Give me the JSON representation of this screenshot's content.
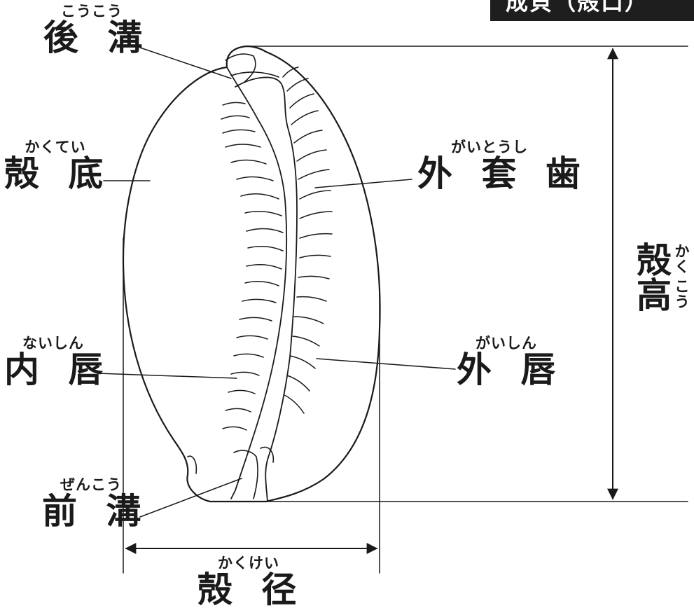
{
  "banner": {
    "text": "成貝（殻口）"
  },
  "labels": {
    "koukou": {
      "ruby": "こうこう",
      "text": "後 溝"
    },
    "kakutei": {
      "ruby": "かくてい",
      "text": "殻 底"
    },
    "gaitoushi": {
      "ruby": "がいとうし",
      "text": "外 套 歯"
    },
    "naishin": {
      "ruby": "ないしん",
      "text": "内 唇"
    },
    "gaishin": {
      "ruby": "がいしん",
      "text": "外 唇"
    },
    "zenkou": {
      "ruby": "ぜんこう",
      "text": "前 溝"
    },
    "kakukei": {
      "ruby": "かくけい",
      "text": "殻 径"
    },
    "kakukou": {
      "kanji1": "殻",
      "kanji2": "高",
      "ruby1": "か",
      "ruby2": "く",
      "ruby3": "こ",
      "ruby4": "う"
    }
  },
  "colors": {
    "ink": "#1a1a1a",
    "banner_bg": "#1e1e1e",
    "background": "#ffffff"
  }
}
